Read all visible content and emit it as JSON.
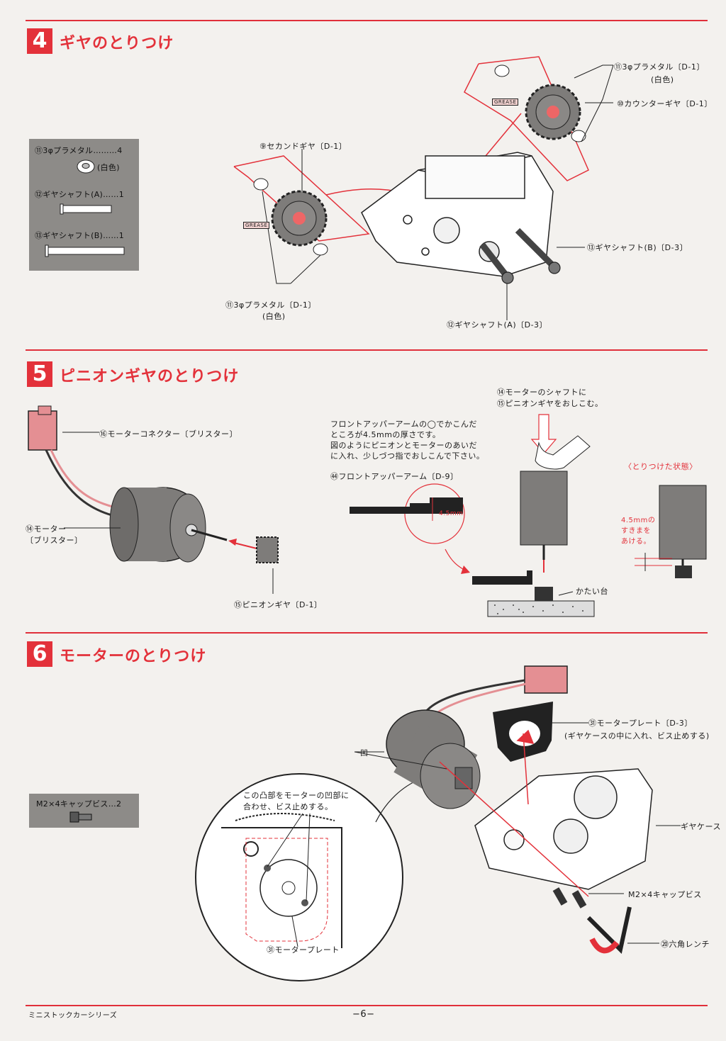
{
  "sections": {
    "s4": {
      "number": "4",
      "title": "ギヤのとりつけ",
      "parts_box": {
        "items": [
          "⑪3φプラメタル………4",
          "(白色)",
          "⑫ギヤシャフト(A)……1",
          "⑬ギヤシャフト(B)……1"
        ]
      },
      "labels": {
        "bearing_top": "⑪3φプラメタル〔D-1〕",
        "bearing_top_color": "(白色)",
        "counter_gear": "⑩カウンターギヤ〔D-1〕",
        "second_gear": "⑨セカンドギヤ〔D-1〕",
        "shaft_b": "⑬ギヤシャフト(B)〔D-3〕",
        "bearing_bottom": "⑪3φプラメタル〔D-1〕",
        "bearing_bottom_color": "(白色)",
        "shaft_a": "⑫ギヤシャフト(A)〔D-3〕",
        "grease": "GREASE"
      }
    },
    "s5": {
      "number": "5",
      "title": "ピニオンギヤのとりつけ",
      "labels": {
        "connector": "⑯モーターコネクター〔ブリスター〕",
        "motor": "⑭モーター",
        "motor_sub": "〔ブリスター〕",
        "pinion": "⑮ピニオンギヤ〔D-1〕",
        "note_line1": "フロントアッパーアームの◯でかこんだ",
        "note_line2": "ところが4.5mmの厚さです。",
        "note_line3": "図のようにピニオンとモーターのあいだ",
        "note_line4": "に入れ、少しづつ指でおしこんで下さい。",
        "arm": "㊹フロントアッパーアーム〔D-9〕",
        "thickness": "4.5mm",
        "press_line1": "⑭モーターのシャフトに",
        "press_line2": "⑮ピニオンギヤをおしこむ。",
        "hard_base": "かたい台",
        "installed": "〈とりつけた状態〉",
        "gap_line1": "4.5mmの",
        "gap_line2": "すきまを",
        "gap_line3": "あける。"
      }
    },
    "s6": {
      "number": "6",
      "title": "モーターのとりつけ",
      "parts_box": {
        "item": "M2×4キャップビス…2"
      },
      "labels": {
        "motor_plate": "㉛モータープレート〔D-3〕",
        "motor_plate_note": "(ギヤケースの中に入れ、ビス止めする)",
        "recess": "凹",
        "gear_case": "ギヤケース",
        "callout_line1": "この凸部をモーターの凹部に",
        "callout_line2": "合わせ、ビス止めする。",
        "plate_detail": "㉛モータープレート",
        "cap_screw": "M2×4キャップビス",
        "hex_wrench": "⑳六角レンチ"
      }
    }
  },
  "footer": {
    "series": "ミニストックカーシリーズ",
    "page": "−6−"
  },
  "colors": {
    "accent_red": "#e3313a",
    "parts_box_gray": "#8d8b88",
    "motor_gray": "#7e7c7a"
  }
}
